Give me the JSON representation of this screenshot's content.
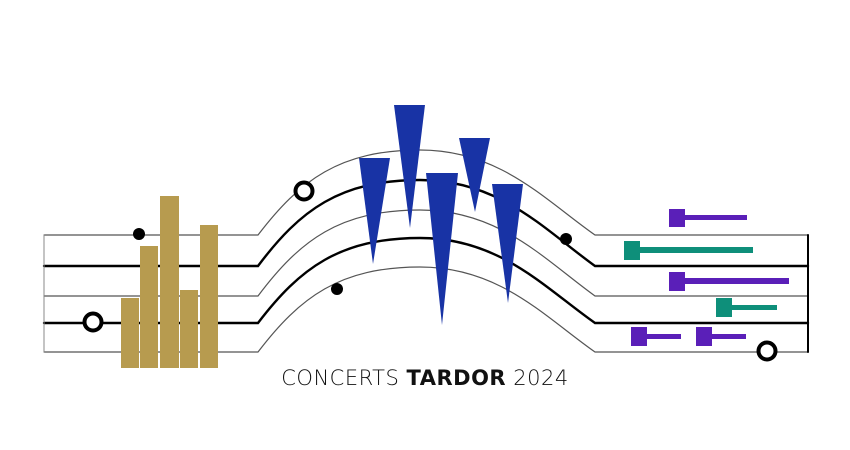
{
  "title": {
    "prefix": "CONCERTS",
    "highlight": "TARDOR",
    "year": "2024"
  },
  "colors": {
    "background": "#ffffff",
    "staff_line": "#000000",
    "organ_pipes": "#b79b4f",
    "blue_pipes": "#1833a5",
    "purple_bars": "#5a1fb8",
    "teal_bars": "#0e8f7a",
    "text": "#111111"
  },
  "icons": [
    "organ-pipes-icon",
    "blue-pipes-icon",
    "hammer-bars-icon",
    "note-dot-icon",
    "note-ring-icon"
  ]
}
